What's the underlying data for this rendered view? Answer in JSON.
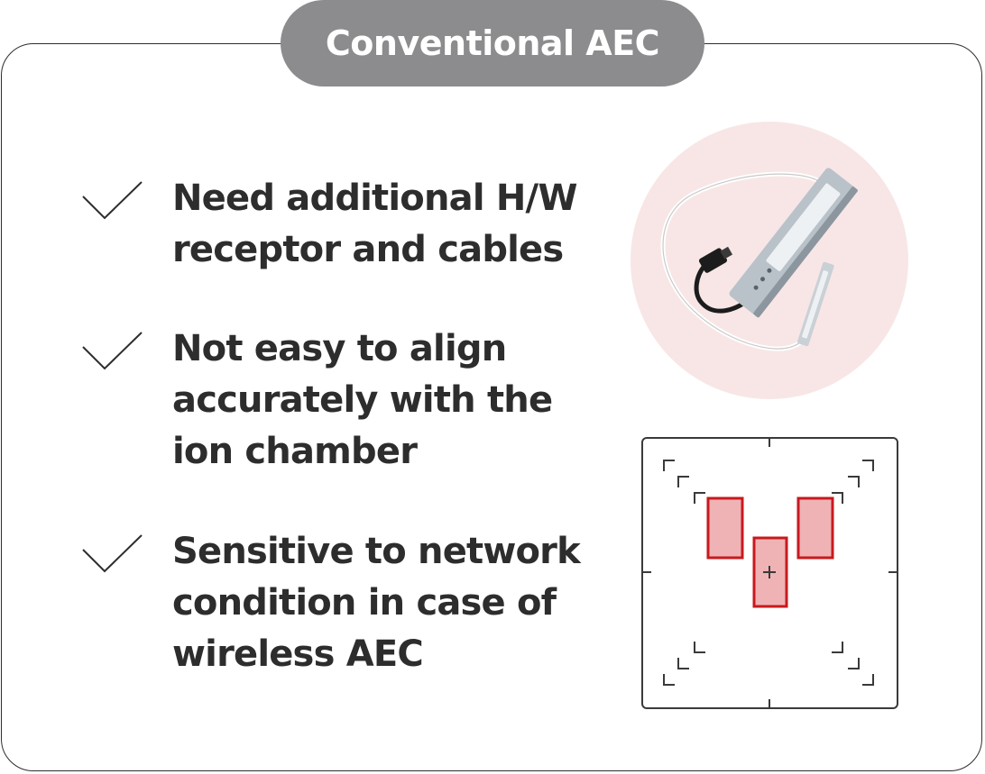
{
  "title": "Conventional AEC",
  "items": [
    {
      "line1": "Need additional H/W",
      "line2": "receptor and cables"
    },
    {
      "line1": "Not easy to align",
      "line2": "accurately with the",
      "line3": "ion chamber"
    },
    {
      "line1": "Sensitive to network",
      "line2": "condition in case of",
      "line3": "wireless AEC"
    }
  ],
  "icons": {
    "check": "check-icon",
    "receptor": "aec-receptor-image",
    "chamber": "ion-chamber-layout"
  },
  "colors": {
    "pill": "#8c8c8e",
    "text": "#2d2d2d",
    "circle": "#f8e6e6",
    "chamber_fill": "#f0b3b5",
    "chamber_stroke": "#c8191e"
  }
}
